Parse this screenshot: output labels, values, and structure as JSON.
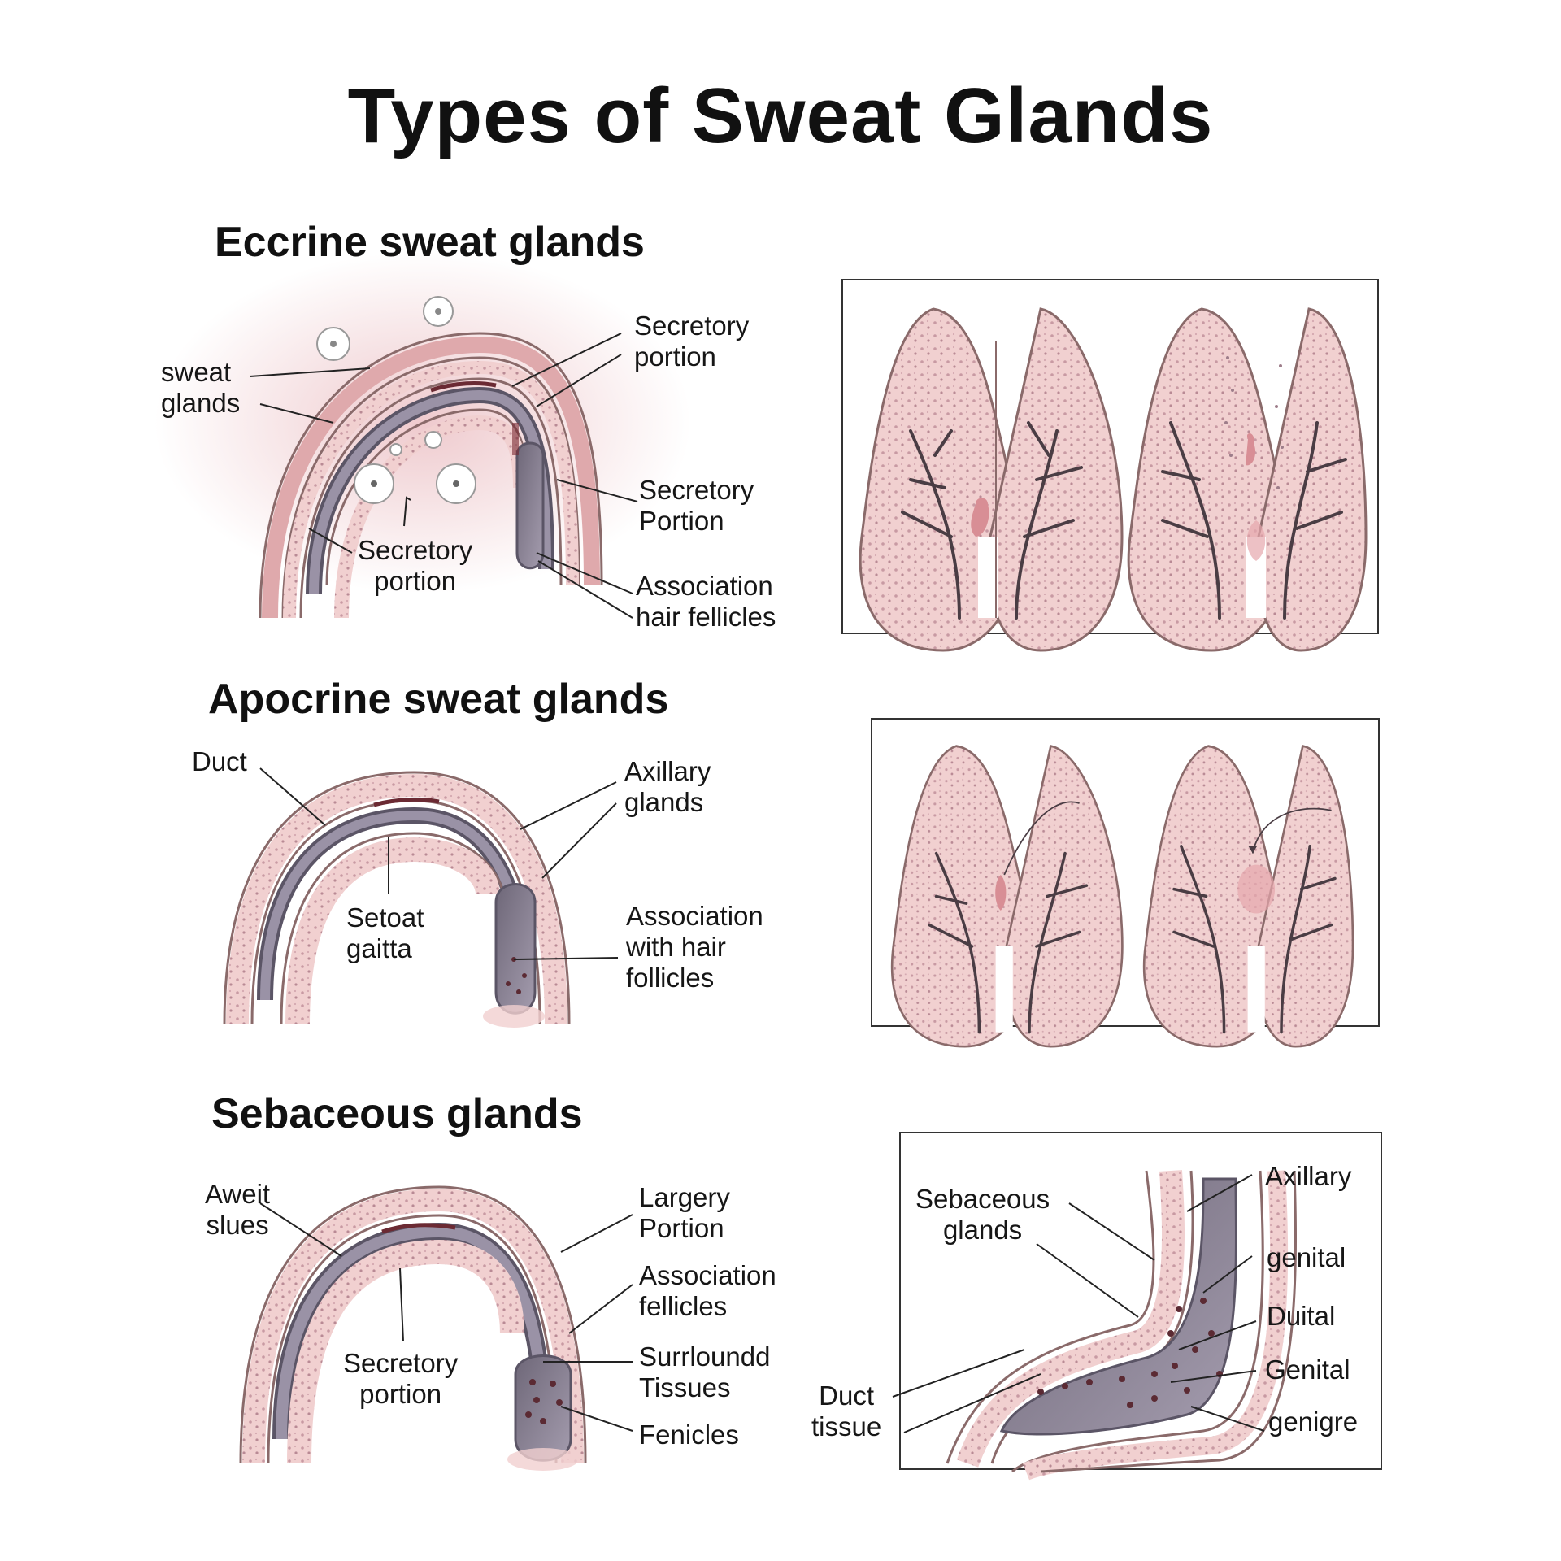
{
  "title": "Types of Sweat Glands",
  "colors": {
    "skin": "#f1d0d0",
    "skin_dark": "#dfa9ac",
    "skin_outline": "#8a6a6a",
    "duct": "#8c8595",
    "duct_dark": "#5b5566",
    "vessel": "#4a3d44",
    "dot": "#9d7d8a",
    "glow": "#e9b8bd"
  },
  "sections": {
    "eccrine": {
      "title": "Eccrine sweat glands",
      "labels": {
        "sweat_glands": [
          "sweat",
          "glands"
        ],
        "secretory_top": [
          "Secretory",
          "portion"
        ],
        "secretory_mid": [
          "Secretory",
          "Portion"
        ],
        "secretory_inner": [
          "Secretory",
          "portion"
        ],
        "association": [
          "Association",
          "hair fellicles"
        ]
      }
    },
    "apocrine": {
      "title": "Apocrine sweat glands",
      "labels": {
        "duct": [
          "Duct"
        ],
        "axillary": [
          "Axillary",
          "glands"
        ],
        "setoat": [
          "Setoat",
          "gaitta"
        ],
        "association": [
          "Association",
          "with hair",
          "follicles"
        ]
      }
    },
    "sebaceous": {
      "title": "Sebaceous glands",
      "labels": {
        "aweit": [
          "Aweit",
          "slues"
        ],
        "largery": [
          "Largery",
          "Portion"
        ],
        "association": [
          "Association",
          "fellicles"
        ],
        "secretory": [
          "Secretory",
          "portion"
        ],
        "surrlound": [
          "Surrloundd",
          "Tissues"
        ],
        "fenicles": [
          "Fenicles"
        ]
      },
      "panel_labels": {
        "sebaceous_glands": [
          "Sebaceous",
          "glands"
        ],
        "axillary": [
          "Axillary"
        ],
        "genital_1": [
          "genital"
        ],
        "duital": [
          "Duital"
        ],
        "genital_2": [
          "Genital"
        ],
        "genigre": [
          "genigre"
        ],
        "duct_tissue": [
          "Duct",
          "tissue"
        ]
      }
    }
  }
}
